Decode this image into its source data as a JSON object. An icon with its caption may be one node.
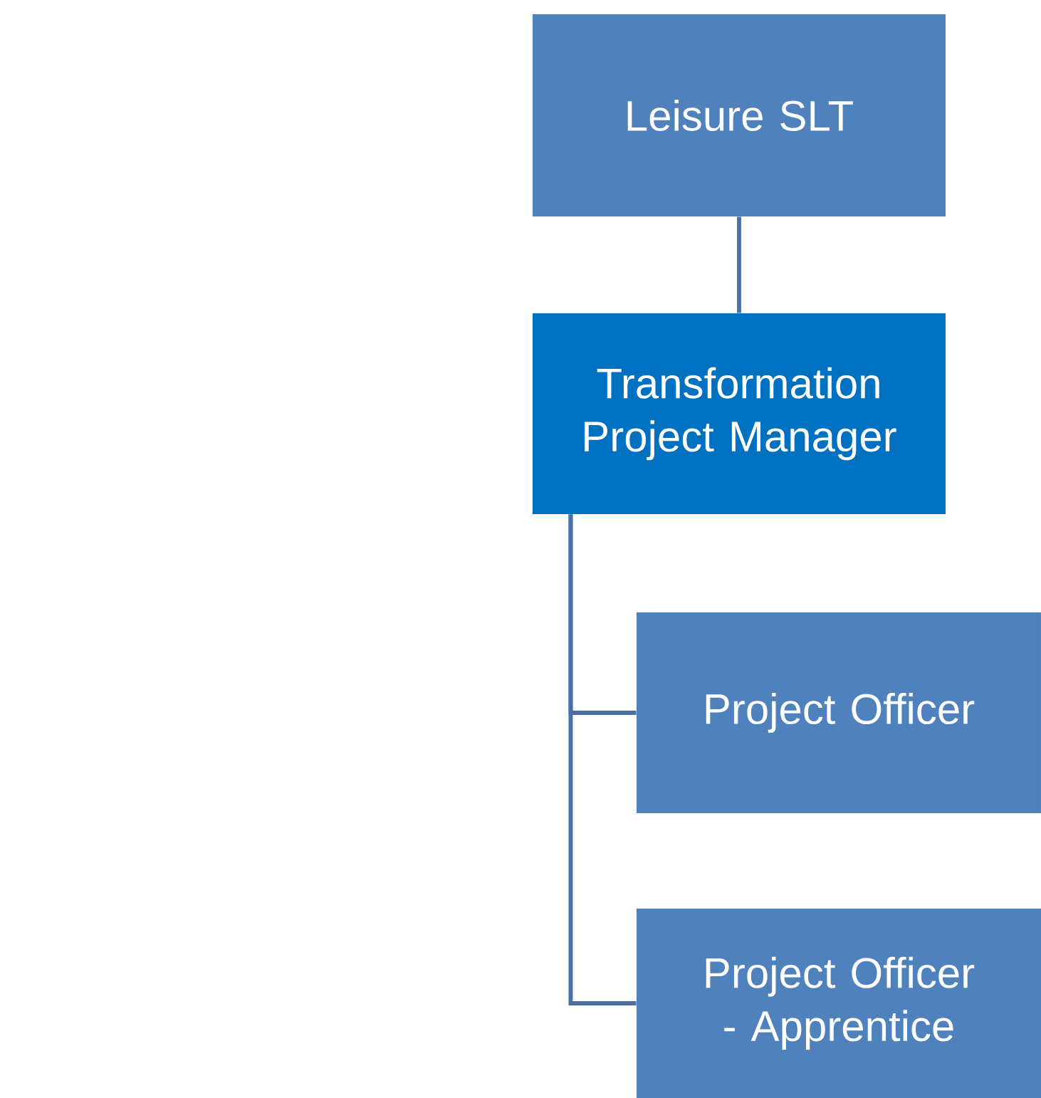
{
  "diagram": {
    "nodes": [
      {
        "text": [
          "Leisure SLT"
        ]
      },
      {
        "text": [
          "Transformation Project Manager"
        ]
      },
      {
        "text": [
          "Project Officer"
        ]
      },
      {
        "text": [
          "Project Officer - Apprentice"
        ]
      }
    ],
    "edges": [
      {
        "from": 0,
        "to": 1,
        "arrow": "none"
      },
      {
        "from": 1,
        "to": 2,
        "arrow": "none"
      },
      {
        "from": 1,
        "to": 3,
        "arrow": "none"
      }
    ]
  }
}
